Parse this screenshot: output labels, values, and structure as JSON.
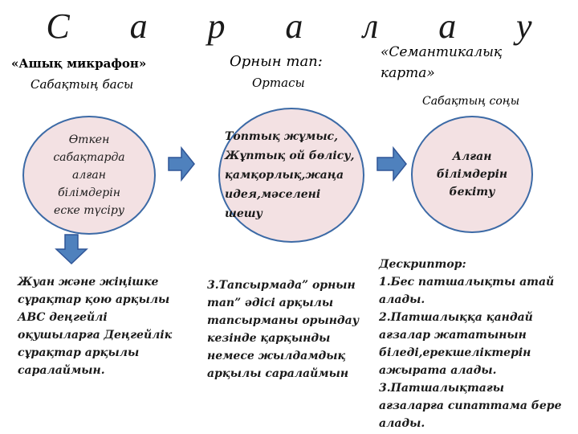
{
  "title_letters": [
    "С",
    "а",
    "р",
    "а",
    "л",
    "а",
    "у"
  ],
  "stage1": {
    "method": "«Ашық микрафон»",
    "phase": "Сабақтың басы",
    "oval": "Өткен сабақтарда алған білімдерін еске түсіру",
    "note": "Жуан және жіңішке сұрақтар қою арқылы АВС деңгейлі оқушыларға Деңгейлік сұрақтар арқылы саралаймын."
  },
  "stage2": {
    "method": "Орнын тап:",
    "phase": "Ортасы",
    "oval": "Топтық жұмыс, Жұптық ой бөлісу, қамқорлық,жаңа идея,мәселені шешу",
    "note": "3.Тапсырмада” орнын тап” әдісі арқылы тапсырманы орындау кезінде қарқынды немесе жылдамдық арқылы саралаймын"
  },
  "stage3": {
    "method": "«Семантикалық карта»",
    "phase": "Сабақтың соңы",
    "oval": "Алған білімдерін бекіту",
    "note_title": "Дескриптор:",
    "note_items": [
      "1.Бес патшалықты атай алады.",
      "2.Патшалыққа қандай ағзалар жататынын біледі,ерекшеліктерін ажырата алады.",
      "3.Патшалықтағы ағзаларға сипаттама бере алады."
    ]
  },
  "colors": {
    "oval_fill": "#f3e1e3",
    "oval_stroke": "#3c6aa6",
    "arrow_fill": "#4f81bd",
    "arrow_stroke": "#2f5597"
  },
  "icons": [
    "arrow-right-icon",
    "arrow-right-icon",
    "arrow-down-icon"
  ]
}
